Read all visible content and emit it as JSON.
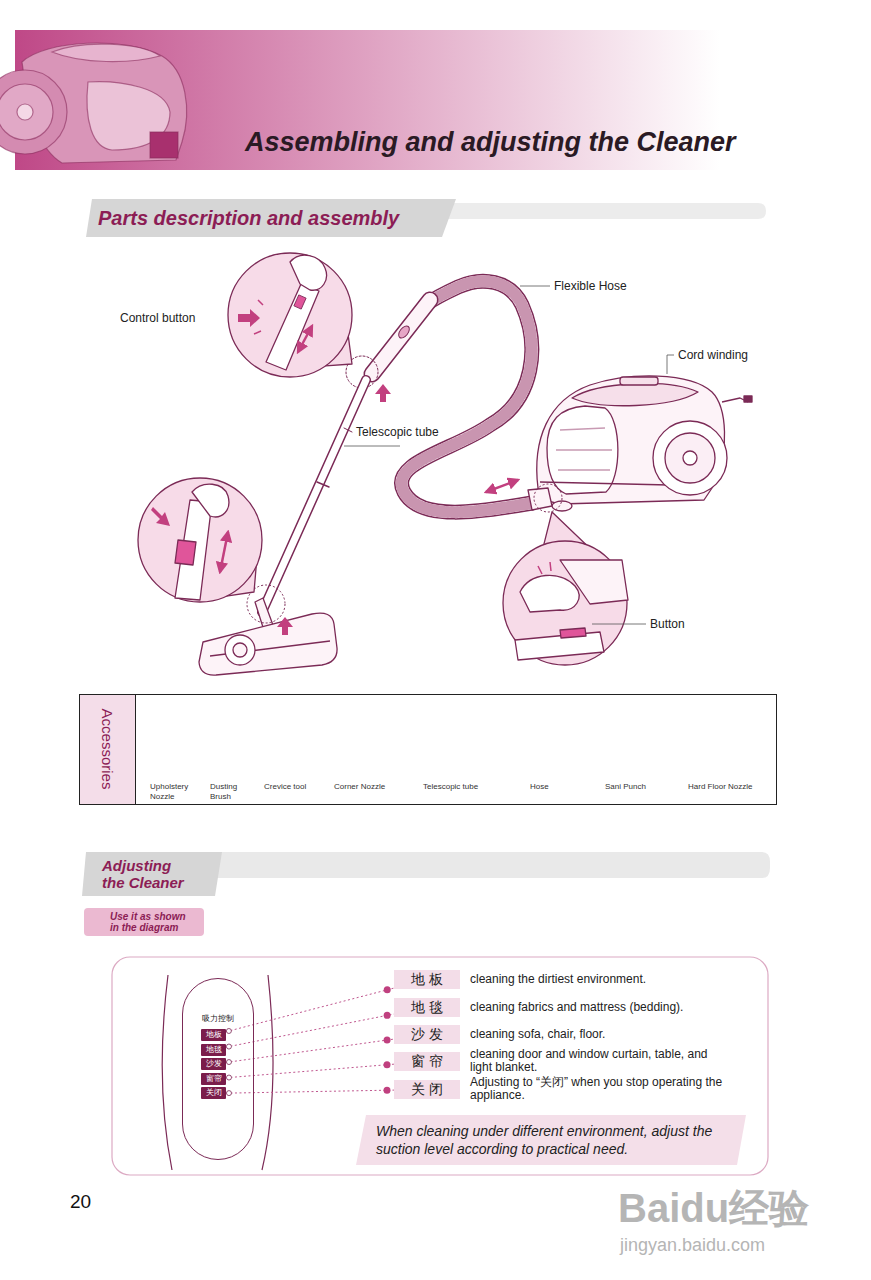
{
  "diagram": {
    "title": "Assembling and adjusting the Cleaner",
    "nodes": [
      {
        "text": [
          "Parts description and assembly"
        ]
      },
      {
        "text": [
          "Accessories"
        ]
      },
      {
        "text": [
          "Adjusting the Cleaner"
        ]
      },
      {
        "text": [
          "Use it as shown in the diagram"
        ]
      },
      {
        "text": [
          "吸力控制"
        ]
      },
      {
        "text": [
          "地板"
        ],
        "in": 4
      },
      {
        "text": [
          "地毯"
        ],
        "in": 4
      },
      {
        "text": [
          "沙发"
        ],
        "in": 4
      },
      {
        "text": [
          "窗帘"
        ],
        "in": 4
      },
      {
        "text": [
          "关闭"
        ],
        "in": 4
      },
      {
        "text": [
          "地 板"
        ]
      },
      {
        "text": [
          "地 毯"
        ]
      },
      {
        "text": [
          "沙 发"
        ]
      },
      {
        "text": [
          "窗 帘"
        ]
      },
      {
        "text": [
          "关 闭"
        ]
      },
      {
        "text": [
          "When cleaning under different environment, adjust the suction level according to practical need."
        ]
      }
    ],
    "edges": [
      {
        "from": 5,
        "to": 10,
        "arrow": "none"
      },
      {
        "from": 6,
        "to": 11,
        "arrow": "none"
      },
      {
        "from": 7,
        "to": 12,
        "arrow": "none"
      },
      {
        "from": 8,
        "to": 13,
        "arrow": "none"
      },
      {
        "from": 9,
        "to": 14,
        "arrow": "none"
      }
    ],
    "labels": [
      "Flexible Hose",
      "Control button",
      "Cord winding",
      "Telescopic tube",
      "Button",
      "Upholstery Nozzle",
      "Dusting Brush",
      "Crevice tool",
      "Corner Nozzle",
      "Telescopic tube",
      "Hose",
      "Sani Punch",
      "Hard Floor Nozzle",
      "cleaning the dirtiest environment.",
      "cleaning fabrics and mattress (bedding).",
      "cleaning sofa, chair, floor.",
      "cleaning door and window curtain, table, and light blanket.",
      "Adjusting to “关闭” when you stop operating the appliance.",
      "20",
      "Baidu经验",
      "jingyan.baidu.com"
    ]
  }
}
